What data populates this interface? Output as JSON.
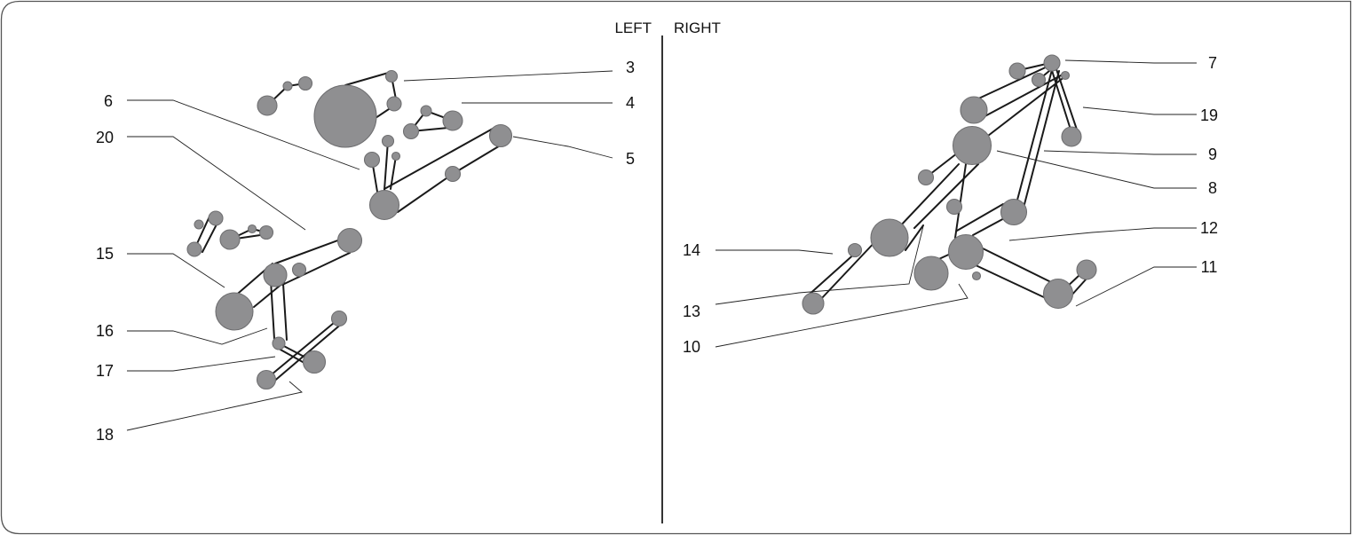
{
  "side_labels": {
    "left": "LEFT",
    "right": "RIGHT"
  },
  "callouts": {
    "c3": "3",
    "c4": "4",
    "c5": "5",
    "c6": "6",
    "c20": "20",
    "c15": "15",
    "c16": "16",
    "c17": "17",
    "c18": "18",
    "c7": "7",
    "c19": "19",
    "c9": "9",
    "c8": "8",
    "c12": "12",
    "c14": "14",
    "c11": "11",
    "c13": "13",
    "c10": "10"
  },
  "colors": {
    "joint_fill": "#8f8f91",
    "link_stroke": "#1a1a1a",
    "frame_stroke": "#555555"
  }
}
